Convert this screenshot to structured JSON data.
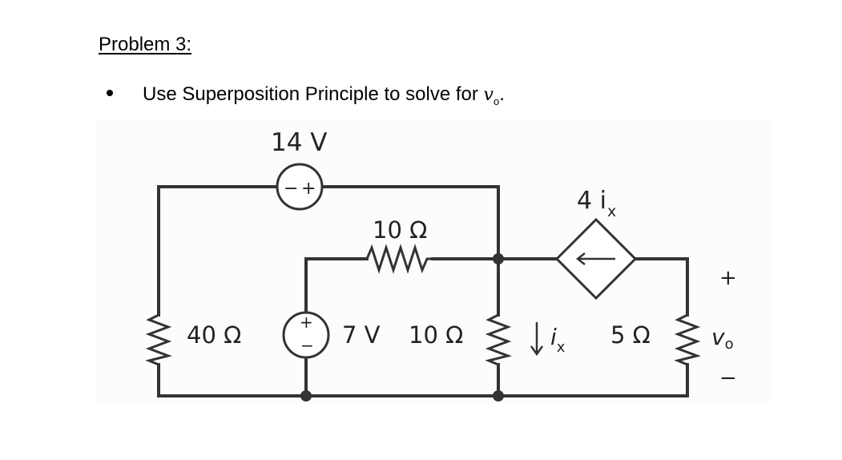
{
  "problem": {
    "heading": "Problem 3:",
    "instruction_text": "Use Superposition Principle to solve for ",
    "instruction_var": "v",
    "instruction_sub": "o",
    "instruction_end": "."
  },
  "circuit": {
    "source_14v_label": "14 V",
    "source_14v_polarity_minus": "−",
    "source_14v_polarity_plus": "+",
    "dependent_source_label": "4 i",
    "dependent_source_sub": "x",
    "resistor_top_label": "10 Ω",
    "resistor_left_label": "40 Ω",
    "source_7v_label": "7 V",
    "source_7v_polarity_plus": "+",
    "source_7v_polarity_minus": "−",
    "resistor_mid_label": "10 Ω",
    "current_label": "i",
    "current_sub": "x",
    "resistor_right_label": "5 Ω",
    "vo_plus": "+",
    "vo_label": "v",
    "vo_sub": "o",
    "vo_minus": "−"
  },
  "colors": {
    "ink": "#333333",
    "panel": "#fcfcfc"
  }
}
